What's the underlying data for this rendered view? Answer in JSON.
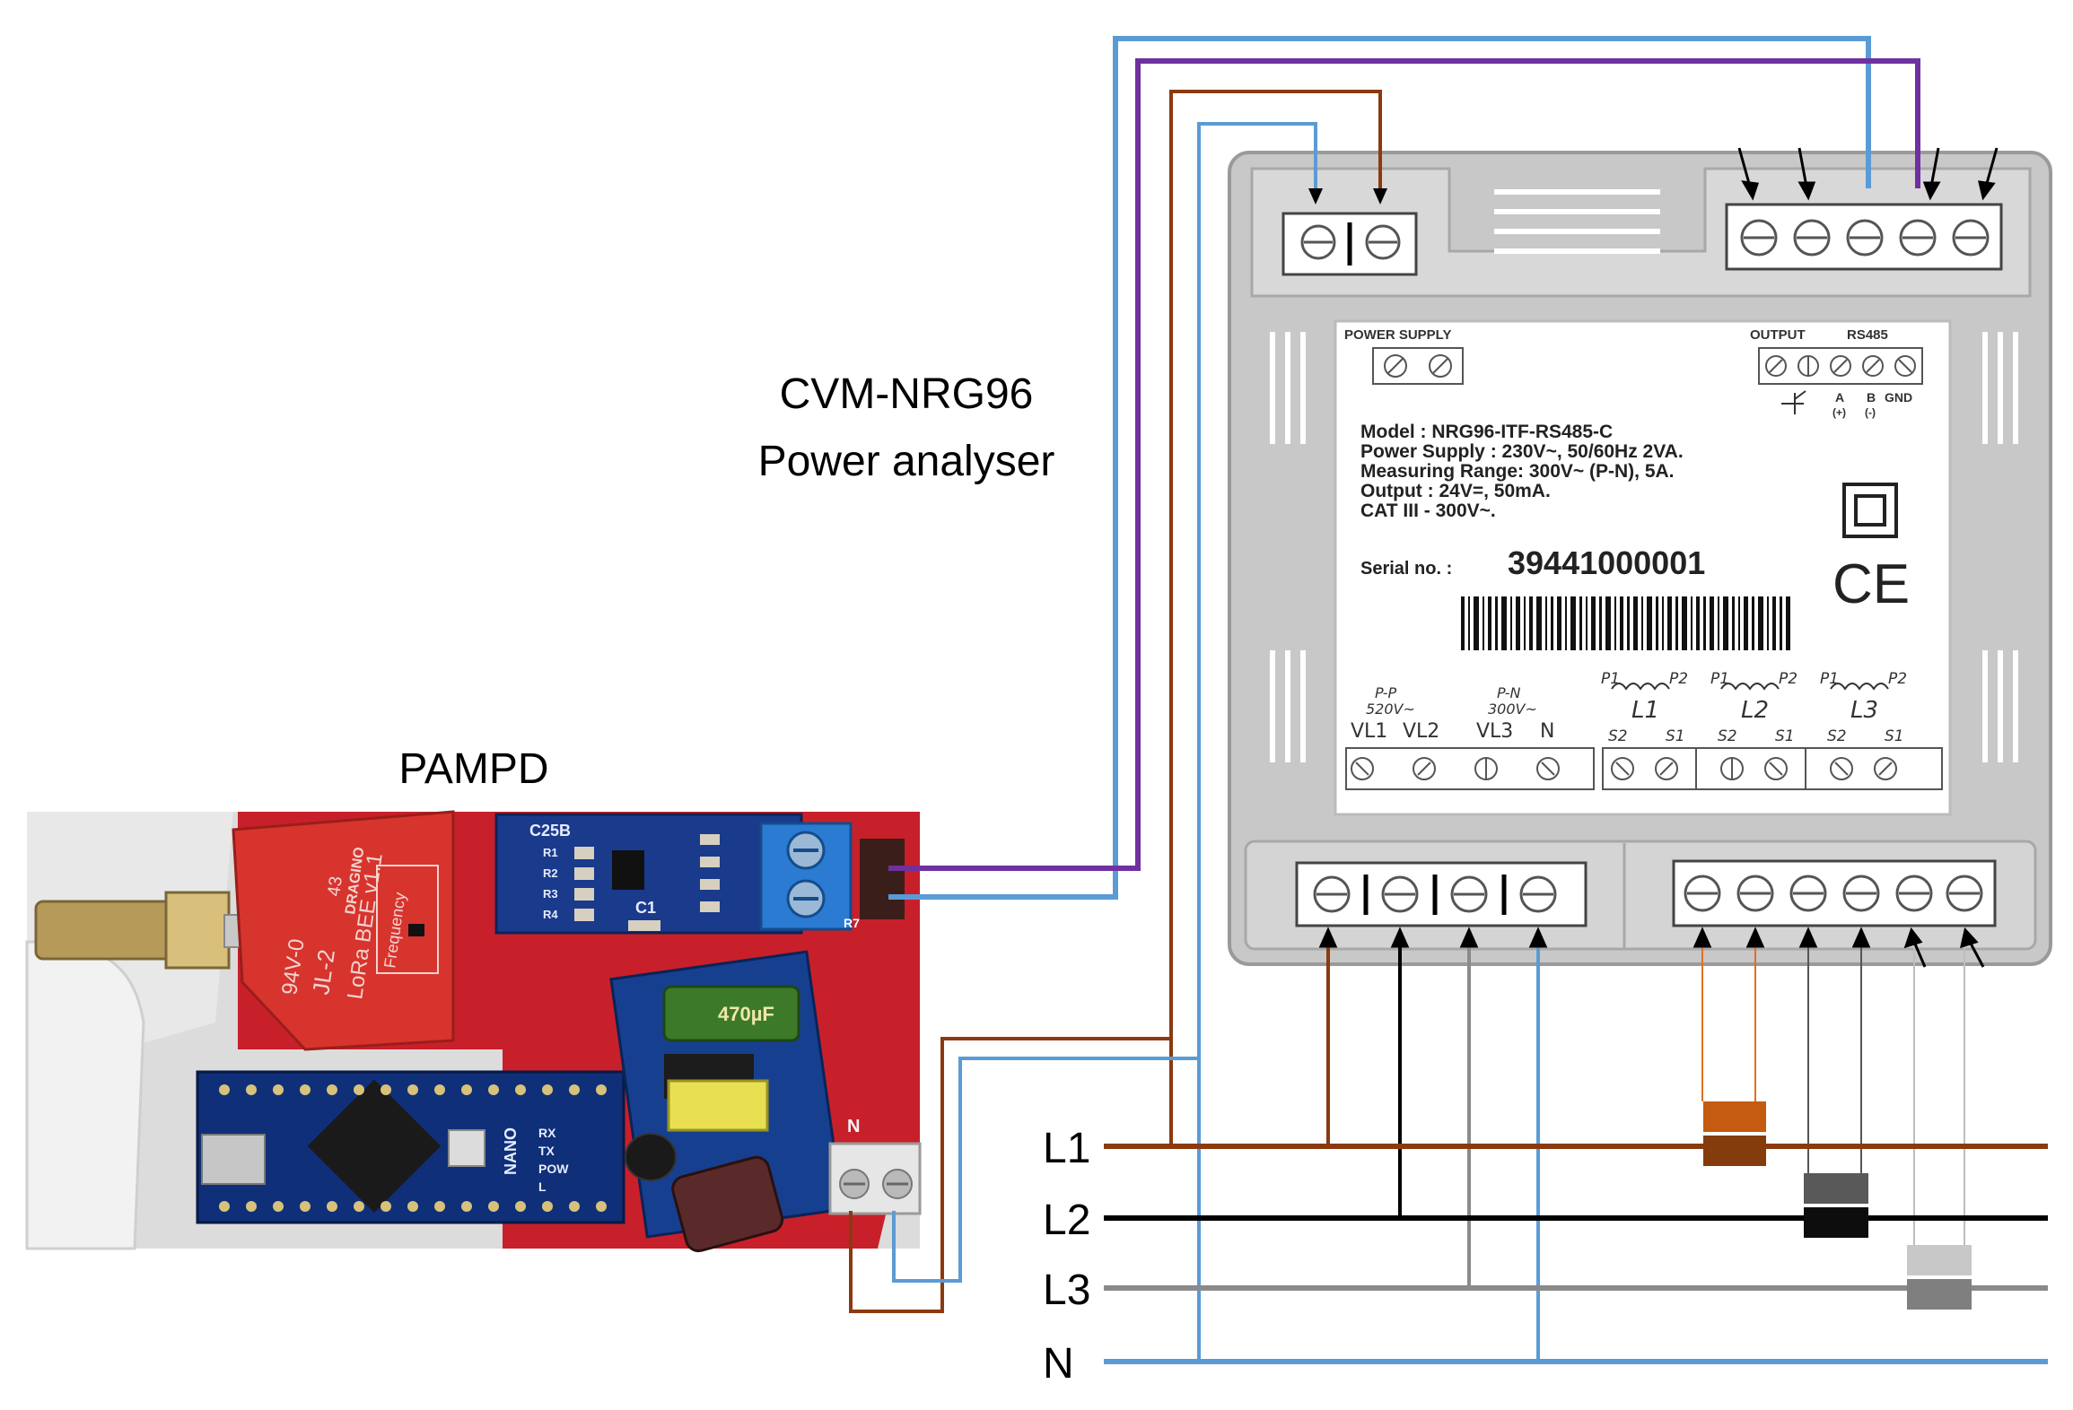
{
  "labels": {
    "analyser_title": "CVM-NRG96",
    "analyser_subtitle": "Power analyser",
    "device_title": "PAMPD"
  },
  "lines": [
    {
      "label": "L1"
    },
    {
      "label": "L2"
    },
    {
      "label": "L3"
    },
    {
      "label": "N"
    }
  ],
  "wire_colors": {
    "phase1": "#8B3A0F",
    "phase2": "#000000",
    "phase3": "#8A8A8A",
    "neutral": "#5B9BD5",
    "rs485_b": "#7030A0"
  },
  "meter_panel": {
    "power_supply": "POWER SUPPLY",
    "output": "OUTPUT",
    "rs485": "RS485",
    "term_a": "A",
    "term_a_sign": "(+)",
    "term_b": "B",
    "term_b_sign": "(-)",
    "term_gnd": "GND",
    "model": "Model : NRG96-ITF-RS485-C",
    "supply": "Power Supply : 230V~, 50/60Hz 2VA.",
    "range": "Measuring Range: 300V~ (P-N), 5A.",
    "output_spec": "Output : 24V=, 50mA.",
    "cat": "CAT III - 300V~.",
    "serial_label": "Serial no. :",
    "serial_no": "39441000001",
    "ce_mark": "CE",
    "pp": "P-P",
    "pp_v": "520V~",
    "pn": "P-N",
    "pn_v": "300V~",
    "vl1": "VL1",
    "vl2": "VL2",
    "vl3": "VL3",
    "n": "N",
    "ct": [
      {
        "name": "L1",
        "p1": "P1",
        "p2": "P2",
        "s2": "S2",
        "s1": "S1"
      },
      {
        "name": "L2",
        "p1": "P1",
        "p2": "P2",
        "s2": "S2",
        "s1": "S1"
      },
      {
        "name": "L3",
        "p1": "P1",
        "p2": "P2",
        "s2": "S2",
        "s1": "S1"
      }
    ]
  },
  "board": {
    "xbee_marks": [
      "LoRa BEE v1.1",
      "DRAGINO",
      "JL-2",
      "94V-0",
      "Frequency",
      "43"
    ],
    "module_label": "C25B",
    "cap1": "C1",
    "resistors": [
      "R1",
      "R2",
      "R3",
      "R4"
    ],
    "arduino_label": "NANO",
    "led_labels": [
      "RX",
      "TX",
      "POW",
      "L"
    ],
    "psu_cap": "470µF",
    "terminal_n": "N"
  }
}
